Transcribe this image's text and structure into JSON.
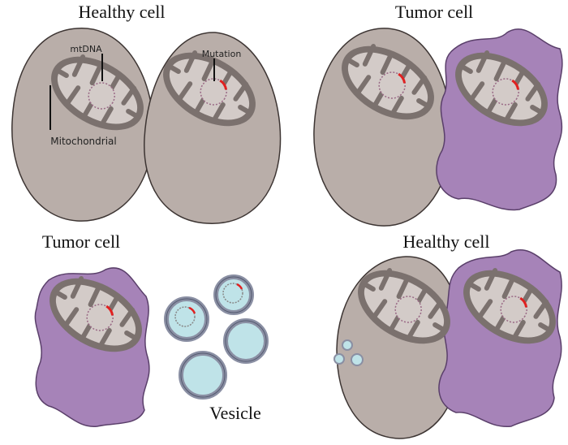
{
  "titles": {
    "top_left": "Healthy cell",
    "top_right": "Tumor cell",
    "bottom_left": "Tumor cell",
    "bottom_right": "Healthy cell"
  },
  "labels": {
    "mtdna": "mtDNA",
    "mutation": "Mutation",
    "mitochondrial": "Mitochondrial",
    "vesicle": "Vesicle"
  },
  "colors": {
    "healthy_cell": "#b9aea9",
    "tumor_cell": "#a683b8",
    "vesicle": "#bfe3e8",
    "mutation": "#e02020"
  }
}
